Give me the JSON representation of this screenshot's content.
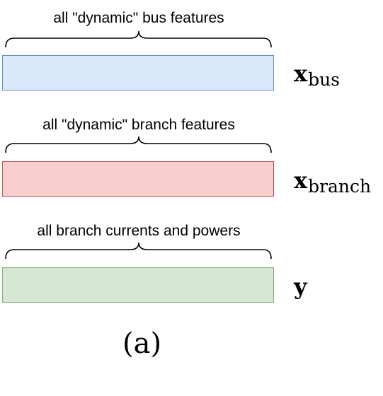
{
  "rows": [
    {
      "caption": "all \"dynamic\" bus features",
      "symbol": "x",
      "subscript": "bus",
      "fill": "#dae8fc",
      "stroke": "#6c8ebf"
    },
    {
      "caption": "all \"dynamic\" branch features",
      "symbol": "x",
      "subscript": "branch",
      "fill": "#f8cecc",
      "stroke": "#b85450"
    },
    {
      "caption": "all branch currents and powers",
      "symbol": "y",
      "subscript": "",
      "fill": "#d5e8d4",
      "stroke": "#82b366"
    }
  ],
  "panel_label": "(a)"
}
